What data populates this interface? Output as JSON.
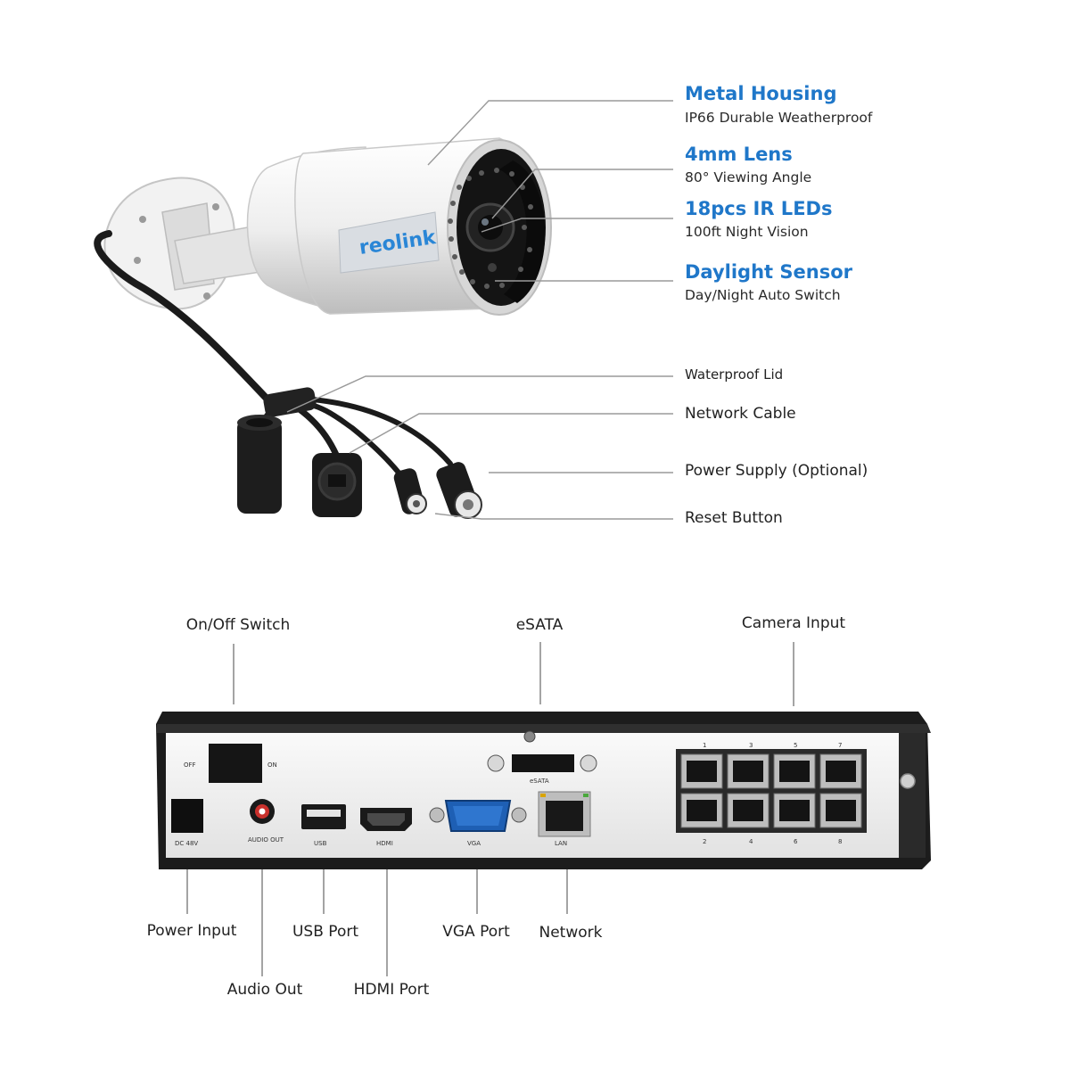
{
  "camera": {
    "brand": "reolink",
    "features": [
      {
        "title": "Metal Housing",
        "subtitle": "IP66 Durable Weatherproof"
      },
      {
        "title": "4mm Lens",
        "subtitle": "80° Viewing Angle"
      },
      {
        "title": "18pcs IR LEDs",
        "subtitle": "100ft Night Vision"
      },
      {
        "title": "Daylight Sensor",
        "subtitle": "Day/Night Auto Switch"
      }
    ],
    "callouts": [
      "Waterproof Lid",
      "Network Cable",
      "Power Supply (Optional)",
      "Reset Button"
    ]
  },
  "nvr": {
    "top_labels": [
      "On/Off Switch",
      "eSATA",
      "Camera Input"
    ],
    "bottom_labels": [
      "Power Input",
      "Audio Out",
      "USB Port",
      "HDMI Port",
      "VGA Port",
      "Network"
    ],
    "panel": {
      "off": "OFF",
      "on": "ON",
      "dc": "DC 48V",
      "audio": "AUDIO OUT",
      "usb": "USB",
      "hdmi": "HDMI",
      "vga": "VGA",
      "lan": "LAN",
      "esata": "eSATA",
      "ports_top": [
        "1",
        "3",
        "5",
        "7"
      ],
      "ports_bottom": [
        "2",
        "4",
        "6",
        "8"
      ]
    }
  },
  "colors": {
    "accent": "#1f77c9",
    "leader": "#9a9a9a",
    "camera_body": "#ededed",
    "nvr_body": "#1c1c1c"
  }
}
